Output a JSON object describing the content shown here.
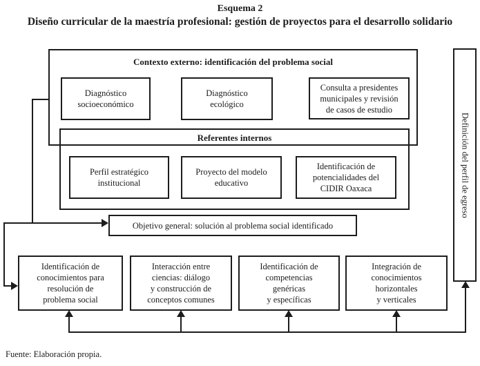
{
  "header": {
    "title": "Esquema 2",
    "subtitle": "Diseño curricular de la maestría profesional: gestión de proyectos para el desarrollo solidario"
  },
  "contexto_externo": {
    "title": "Contexto externo: identificación del problema social",
    "boxes": [
      {
        "label": "Diagnóstico\nsocioeconómico"
      },
      {
        "label": "Diagnóstico\necológico"
      },
      {
        "label": "Consulta a presidentes\nmunicipales y revisión\nde casos de estudio"
      }
    ]
  },
  "referentes_internos": {
    "title": "Referentes internos",
    "boxes": [
      {
        "label": "Perfil estratégico\ninstitucional"
      },
      {
        "label": "Proyecto del modelo\neducativo"
      },
      {
        "label": "Identificación de\npotencialidades del\nCIDIR Oaxaca"
      }
    ]
  },
  "objetivo": {
    "label": "Objetivo general: solución al problema social identificado"
  },
  "bottom_row": {
    "boxes": [
      {
        "label": "Identificación de\nconocimientos para\nresolución de\nproblema social"
      },
      {
        "label": "Interacción entre\nciencias: diálogo\ny construcción de\nconceptos comunes"
      },
      {
        "label": "Identificación de\ncompetencias\ngenéricas\ny específicas"
      },
      {
        "label": "Integración de\nconocimientos\nhorizontales\ny verticales"
      }
    ]
  },
  "perfil_egreso": {
    "label": "Definición del perfil de egreso"
  },
  "fuente": "Fuente: Elaboración propia.",
  "colors": {
    "line": "#1c1c1c",
    "background": "#ffffff"
  }
}
